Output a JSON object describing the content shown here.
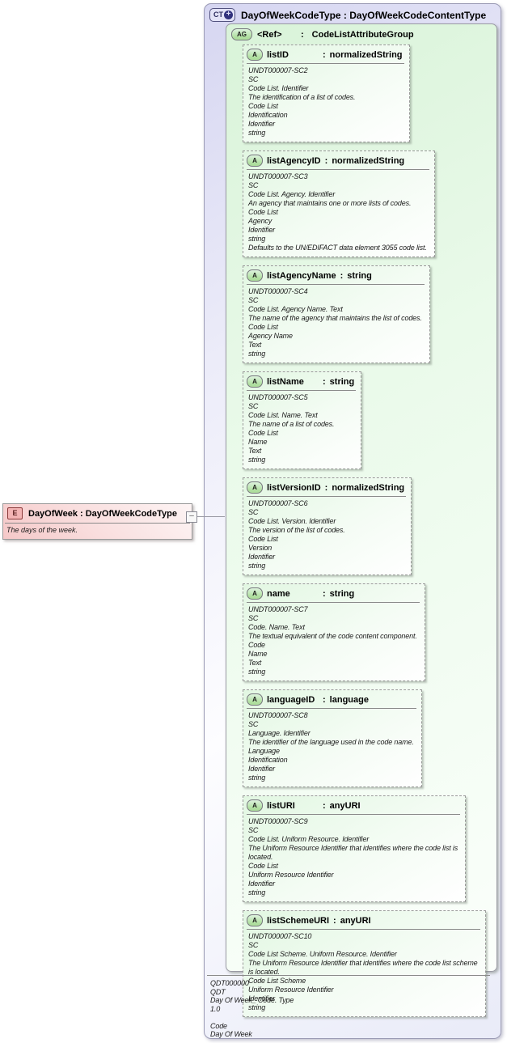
{
  "punct": {
    "colon": ":",
    "minus": "–"
  },
  "icons": {
    "complextype": "CT",
    "complextype_expand": "+",
    "attributegroup": "AG",
    "attribute": "A",
    "element": "E"
  },
  "colors": {
    "complextype_fill": "#d6d6f1",
    "complextype_border": "#9a9ab4",
    "attributegroup_fill": "#d9f3d9",
    "attribute_fill": "#e2f7e2",
    "element_fill": "#f5c8c8",
    "element_icon_border": "#8b3a3a",
    "icon_green": "#aede9d",
    "ct_icon_circle": "#32327d"
  },
  "element": {
    "title": "DayOfWeek : DayOfWeekCodeType",
    "doc": "The days of the week."
  },
  "complex_type": {
    "title": "DayOfWeekCodeType : DayOfWeekCodeContentType",
    "doc_lines": [
      "QDT000000",
      "QDT",
      "Day Of Week_ Code. Type",
      "1.0",
      "",
      "Code",
      "Day Of Week"
    ],
    "attribute_group": {
      "name": "<Ref>",
      "type": "CodeListAttributeGroup",
      "attributes": [
        {
          "name": "listID",
          "type": "normalizedString",
          "doc": [
            "UNDT000007-SC2",
            "SC",
            "Code List. Identifier",
            "The identification of a list of codes.",
            "Code List",
            "Identification",
            "Identifier",
            "string"
          ]
        },
        {
          "name": "listAgencyID",
          "type": "normalizedString",
          "doc": [
            "UNDT000007-SC3",
            "SC",
            "Code List. Agency. Identifier",
            "An agency that maintains one or more lists of codes.",
            "Code List",
            "Agency",
            "Identifier",
            "string",
            "Defaults to the UN/EDIFACT data element 3055 code list."
          ]
        },
        {
          "name": "listAgencyName",
          "type": "string",
          "doc": [
            "UNDT000007-SC4",
            "SC",
            "Code List. Agency Name. Text",
            "The name of the agency that maintains the list of codes.",
            "Code List",
            "Agency Name",
            "Text",
            "string"
          ]
        },
        {
          "name": "listName",
          "type": "string",
          "doc": [
            "UNDT000007-SC5",
            "SC",
            "Code List. Name. Text",
            "The name of a list of codes.",
            "Code List",
            "Name",
            "Text",
            "string"
          ]
        },
        {
          "name": "listVersionID",
          "type": "normalizedString",
          "doc": [
            "UNDT000007-SC6",
            "SC",
            "Code List. Version. Identifier",
            "The version of the list of codes.",
            "Code List",
            "Version",
            "Identifier",
            "string"
          ]
        },
        {
          "name": "name",
          "type": "string",
          "doc": [
            "UNDT000007-SC7",
            "SC",
            "Code. Name. Text",
            "The textual equivalent of the code content component.",
            "Code",
            "Name",
            "Text",
            "string"
          ]
        },
        {
          "name": "languageID",
          "type": "language",
          "doc": [
            "UNDT000007-SC8",
            "SC",
            "Language. Identifier",
            "The identifier of the language used in the code name.",
            "Language",
            "Identification",
            "Identifier",
            "string"
          ]
        },
        {
          "name": "listURI",
          "type": "anyURI",
          "doc": [
            "UNDT000007-SC9",
            "SC",
            "Code List. Uniform Resource. Identifier",
            "The Uniform Resource Identifier that identifies where the code list is",
            "located.",
            "Code List",
            "Uniform Resource Identifier",
            "Identifier",
            "string"
          ]
        },
        {
          "name": "listSchemeURI",
          "type": "anyURI",
          "doc": [
            "UNDT000007-SC10",
            "SC",
            "Code List Scheme. Uniform Resource. Identifier",
            "The Uniform Resource Identifier that identifies where the code list scheme",
            "is located.",
            "Code List Scheme",
            "Uniform Resource Identifier",
            "Identifier",
            "string"
          ]
        }
      ]
    }
  }
}
